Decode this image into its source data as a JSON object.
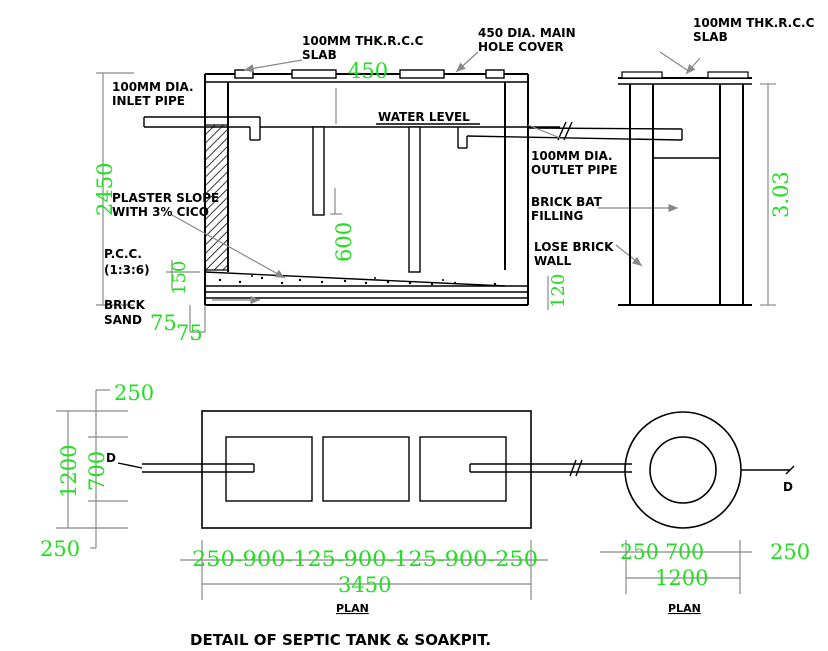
{
  "labels": {
    "slab_left": [
      "100MM THK.R.C.C",
      "SLAB"
    ],
    "manhole": [
      "450 DIA. MAIN",
      "HOLE COVER"
    ],
    "slab_right": [
      "100MM THK.R.C.C",
      "SLAB"
    ],
    "inlet": [
      "100MM DIA.",
      "INLET PIPE"
    ],
    "water_level": "WATER LEVEL",
    "outlet": [
      "100MM DIA.",
      "OUTLET PIPE"
    ],
    "plaster": [
      "PLASTER SLOPE",
      "WITH 3% CICO"
    ],
    "brick_bat": [
      "BRICK BAT",
      "FILLING"
    ],
    "pcc": [
      "P.C.C.",
      "(1:3:6)"
    ],
    "lose_brick": [
      "LOSE BRICK",
      "WALL"
    ],
    "brick_sand": [
      "BRICK",
      "SAND"
    ],
    "d_left": "D",
    "d_right": "D",
    "plan_left": "PLAN",
    "plan_right": "PLAN",
    "title": "DETAIL OF  SEPTIC TANK & SOAKPIT."
  },
  "dimensions": {
    "d450": "450",
    "d2450": "2450",
    "d600": "600",
    "d150": "150",
    "d120": "120",
    "d75a": "75",
    "d75b": "75",
    "d303": "3.03",
    "p250top": "250",
    "p1200": "1200",
    "p700": "700",
    "p250bot": "250",
    "plan_row": "250-900-125-900-125-900-250",
    "p3450": "3450",
    "pit_row": "250 700",
    "pit_250": "250",
    "p1200b": "1200"
  },
  "colors": {
    "dimension": "#22dd22",
    "line": "#000000"
  }
}
